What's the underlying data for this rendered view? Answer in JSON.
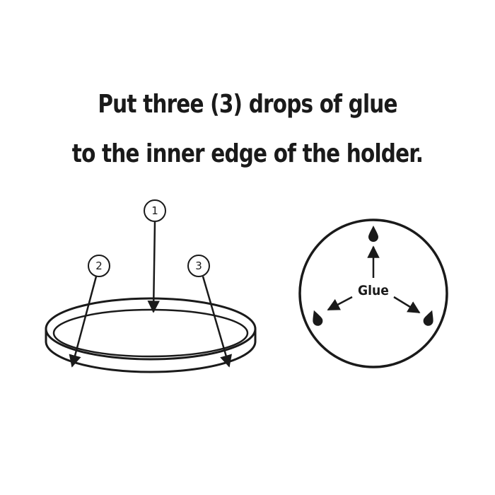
{
  "instruction": {
    "line1": "Put three (3) drops of glue",
    "line2": "to the inner edge of the holder."
  },
  "holder_figure": {
    "callouts": [
      "1",
      "2",
      "3"
    ]
  },
  "top_view_figure": {
    "label": "Glue",
    "drop_count": 3
  }
}
